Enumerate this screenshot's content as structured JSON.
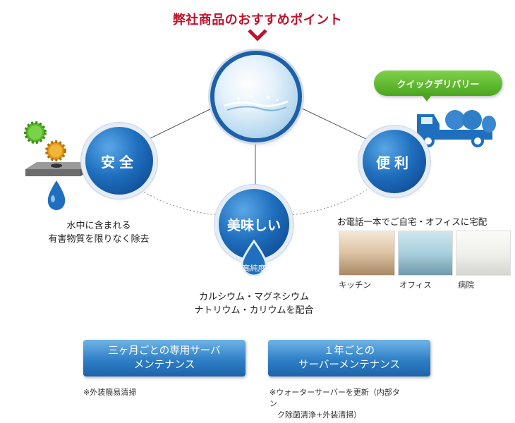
{
  "title": "弊社商品のおすすめポイント",
  "center_circle": {
    "image": "water-splash"
  },
  "safety": {
    "label": "安全",
    "desc_lines": [
      "水中に含まれる",
      "有害物質を限りなく除去"
    ]
  },
  "convenience": {
    "label": "便利",
    "bubble": "クイックデリバリー",
    "desc": "お電話一本でご自宅・オフィスに宅配",
    "photos": [
      {
        "label": "キッチン"
      },
      {
        "label": "オフィス"
      },
      {
        "label": "病院"
      }
    ]
  },
  "taste": {
    "label": "美味しい",
    "sub": "高純度",
    "desc_lines": [
      "カルシウム・マグネシウム",
      "ナトリウム・カリウムを配合"
    ]
  },
  "maintenance": [
    {
      "lines": [
        "三ヶ月ごとの専用サーバ",
        "メンテナンス"
      ],
      "note_lines": [
        "※外装簡易清掃"
      ]
    },
    {
      "lines": [
        "１年ごとの",
        "サーバーメンテナンス"
      ],
      "note_lines": [
        "※ウォーターサーバーを更新（内部タン",
        "　ク除菌清浄+外装清掃）"
      ]
    }
  ],
  "colors": {
    "title": "#c3122a",
    "circle": "#1f6fbe",
    "bubble": "#4aa51f",
    "button": "#2f7fc7"
  }
}
